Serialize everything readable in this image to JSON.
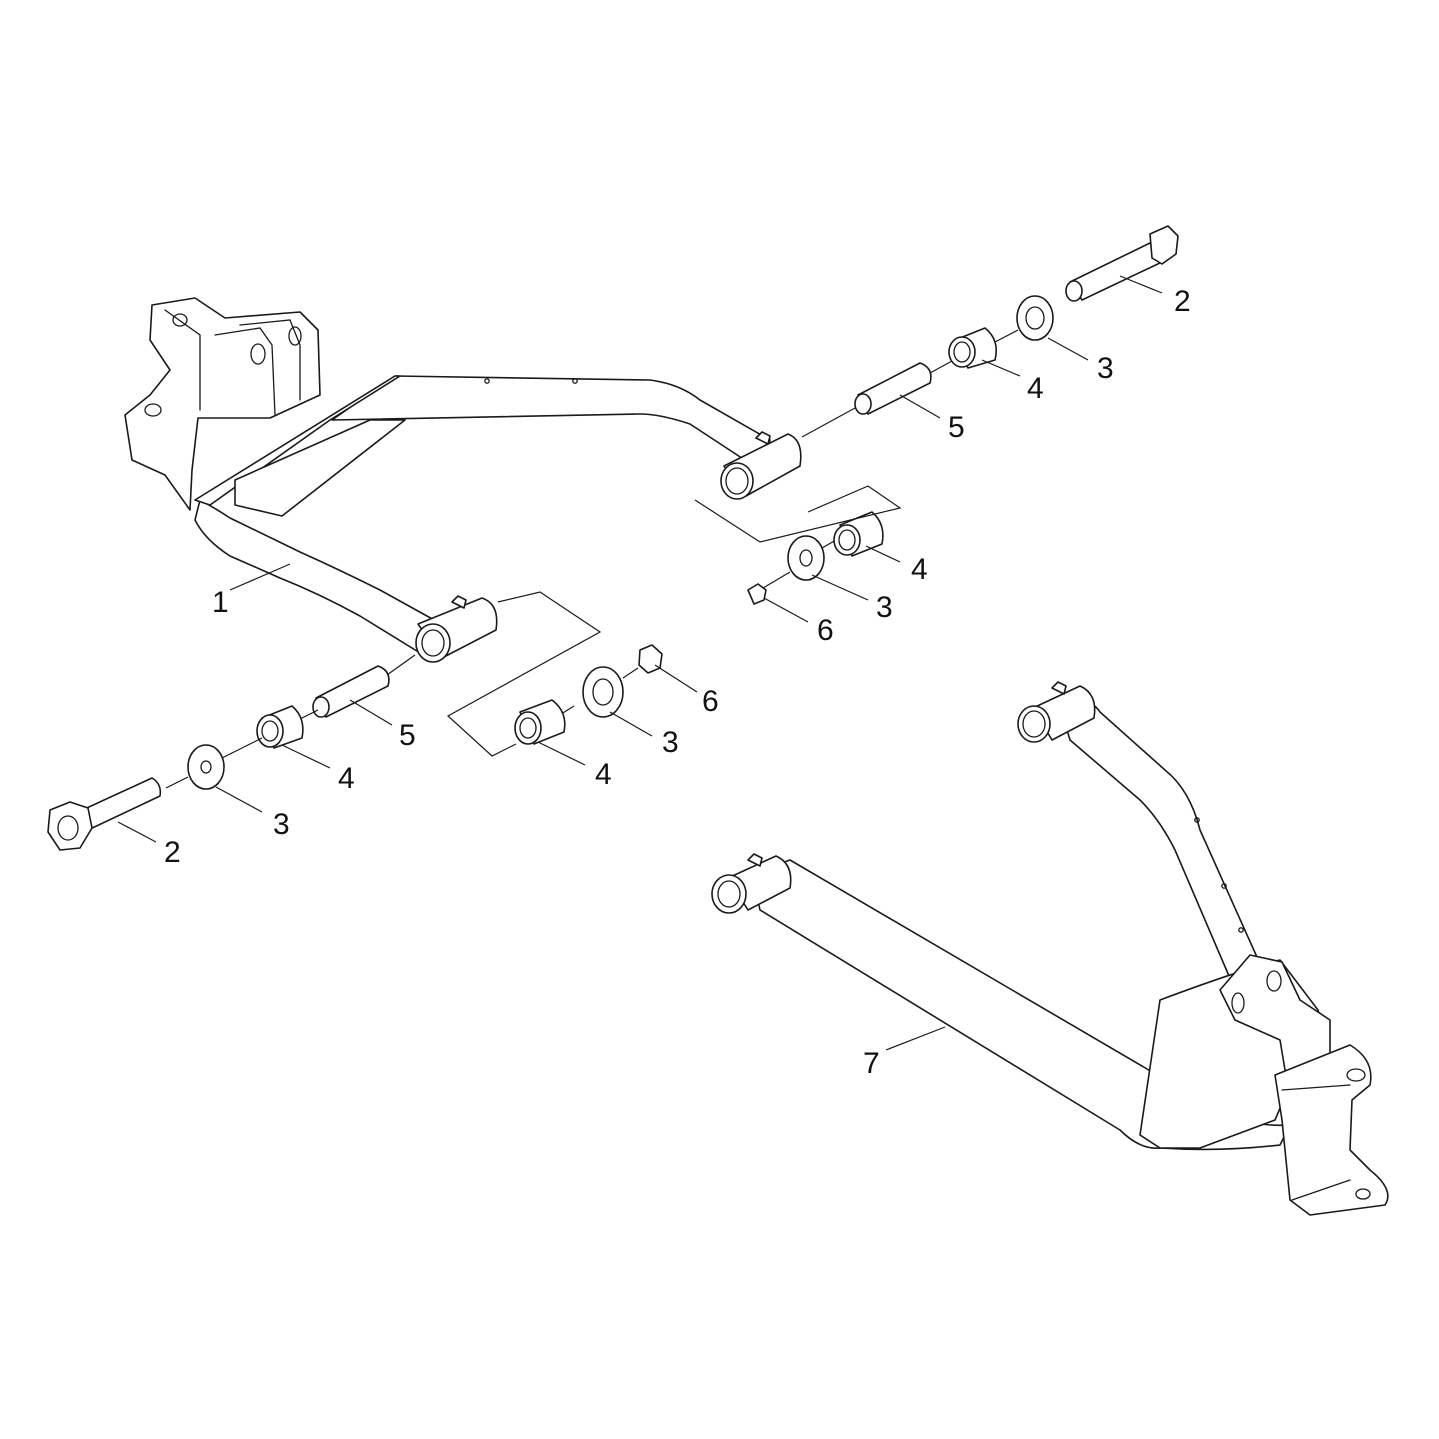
{
  "callouts": {
    "c1": "1",
    "c2a": "2",
    "c2b": "2",
    "c3a": "3",
    "c3b": "3",
    "c3c": "3",
    "c3d": "3",
    "c4a": "4",
    "c4b": "4",
    "c4c": "4",
    "c4d": "4",
    "c5a": "5",
    "c5b": "5",
    "c6a": "6",
    "c6b": "6",
    "c7": "7"
  },
  "colors": {
    "line": "#1a1a1a",
    "background": "#ffffff"
  }
}
